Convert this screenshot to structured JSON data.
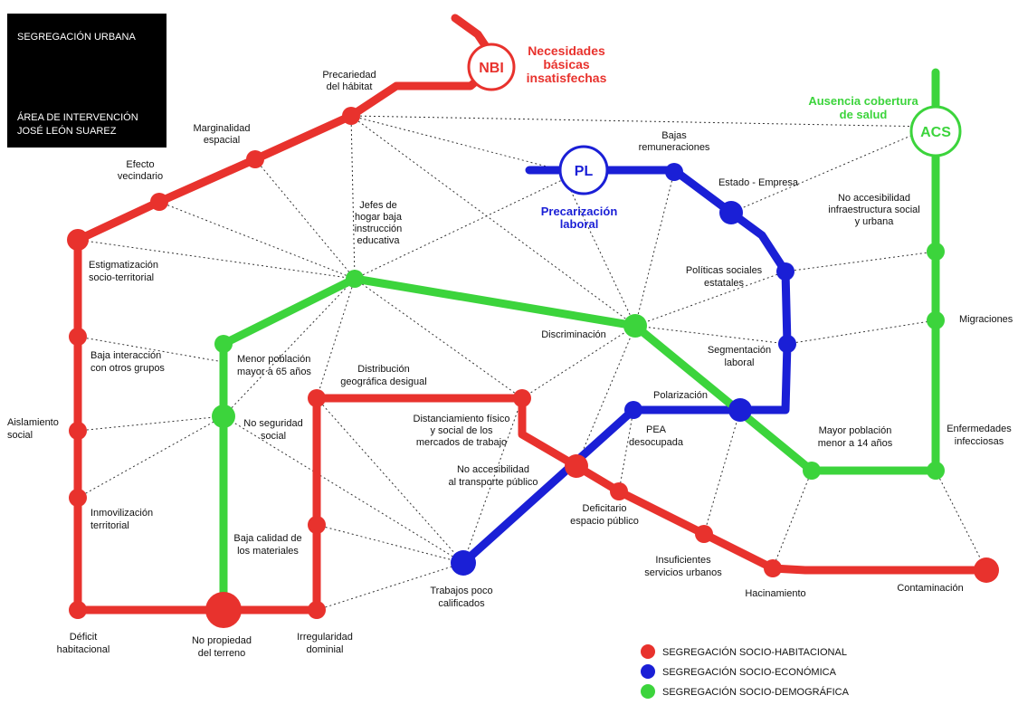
{
  "title": {
    "line1": "SEGREGACIÓN URBANA",
    "line2": "ÁREA DE INTERVENCIÓN\nJOSÉ LEÓN SUAREZ"
  },
  "colors": {
    "red": "#e8322d",
    "blue": "#1a1fd6",
    "green": "#3cd43c"
  },
  "terminals": {
    "nbi": {
      "code": "NBI",
      "label": [
        "Necesidades",
        "básicas",
        "insatisfechas"
      ]
    },
    "pl": {
      "code": "PL",
      "label": [
        "Precarización",
        "laboral"
      ]
    },
    "acs": {
      "code": "ACS",
      "label": [
        "Ausencia cobertura",
        "de salud"
      ]
    }
  },
  "labels": {
    "precariedad": [
      "Precariedad",
      "del hábitat"
    ],
    "marginalidad": [
      "Marginalidad",
      "espacial"
    ],
    "efecto": [
      "Efecto",
      "vecindario"
    ],
    "estigmatizacion": [
      "Estigmatización",
      "socio-territorial"
    ],
    "baja_interaccion": [
      "Baja interacción",
      "con otros grupos"
    ],
    "aislamiento": [
      "Aislamiento",
      "social"
    ],
    "inmovilizacion": [
      "Inmovilización",
      "territorial"
    ],
    "deficit": [
      "Déficit",
      "habitacional"
    ],
    "no_propiedad": [
      "No propiedad",
      "del terreno"
    ],
    "irregularidad": [
      "Irregularidad",
      "dominial"
    ],
    "baja_calidad": [
      "Baja calidad de",
      "los materiales"
    ],
    "no_seguridad": [
      "No seguridad",
      "social"
    ],
    "menor_poblacion_65": [
      "Menor población",
      "mayor a 65 años"
    ],
    "jefes": [
      "Jefes de",
      "hogar baja",
      "instrucción",
      "educativa"
    ],
    "distribucion": [
      "Distribución",
      "geográfica desigual"
    ],
    "distanciamiento": [
      "Distanciamiento físico",
      "y social de los",
      "mercados de trabajo"
    ],
    "no_accesibilidad_transporte": [
      "No accesibilidad",
      "al transporte público"
    ],
    "trabajos": [
      "Trabajos poco",
      "calificados"
    ],
    "deficitario": [
      "Deficitario",
      "espacio público"
    ],
    "insuficientes": [
      "Insuficientes",
      "servicios urbanos"
    ],
    "hacinamiento": [
      "Hacinamiento"
    ],
    "contaminacion": [
      "Contaminación"
    ],
    "discriminacion": [
      "Discriminación"
    ],
    "bajas_remuneraciones": [
      "Bajas",
      "remuneraciones"
    ],
    "estado_empresa": [
      "Estado - Empresa"
    ],
    "politicas": [
      "Políticas sociales",
      "estatales"
    ],
    "segmentacion": [
      "Segmentación",
      "laboral"
    ],
    "polarizacion": [
      "Polarización"
    ],
    "pea": [
      "PEA",
      "desocupada"
    ],
    "no_accesibilidad_infra": [
      "No accesibilidad",
      "infraestructura social",
      "y urbana"
    ],
    "migraciones": [
      "Migraciones"
    ],
    "enfermedades": [
      "Enfermedades",
      "infecciosas"
    ],
    "mayor_poblacion_14": [
      "Mayor población",
      "menor a 14 años"
    ]
  },
  "legend": [
    {
      "color": "#e8322d",
      "label": "SEGREGACIÓN SOCIO-HABITACIONAL"
    },
    {
      "color": "#1a1fd6",
      "label": "SEGREGACIÓN SOCIO-ECONÓMICA"
    },
    {
      "color": "#3cd43c",
      "label": "SEGREGACIÓN SOCIO-DEMOGRÁFICA"
    }
  ]
}
